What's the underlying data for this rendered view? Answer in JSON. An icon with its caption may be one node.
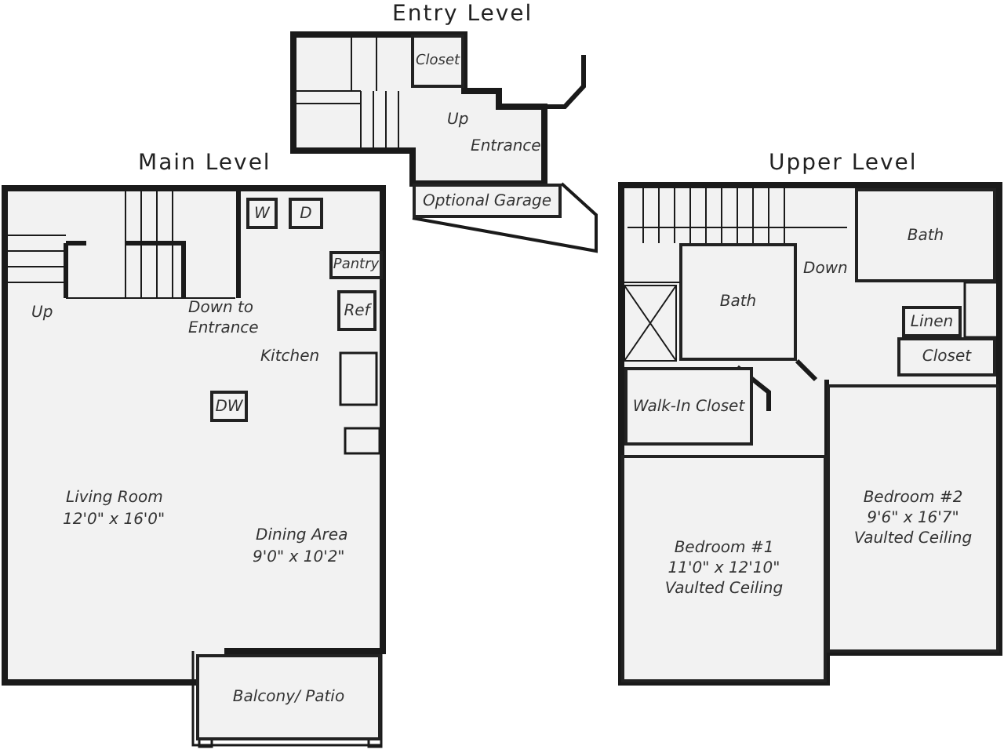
{
  "diagram": {
    "nodes": [
      {
        "text": [
          "Entry Level"
        ]
      },
      {
        "text": [
          "Closet"
        ],
        "in": 0
      },
      {
        "text": [
          "Optional Garage"
        ]
      },
      {
        "text": [
          "Main Level"
        ]
      },
      {
        "text": [
          "W"
        ],
        "in": 3
      },
      {
        "text": [
          "D"
        ],
        "in": 3
      },
      {
        "text": [
          "Pantry"
        ],
        "in": 3
      },
      {
        "text": [
          "Ref"
        ],
        "in": 3
      },
      {
        "text": [
          "DW"
        ],
        "in": 3
      },
      {
        "text": [
          "Balcony/ Patio"
        ]
      },
      {
        "text": [
          "Upper Level"
        ]
      },
      {
        "text": [
          "Bath"
        ],
        "in": 10
      },
      {
        "text": [
          "Bath"
        ],
        "in": 10
      },
      {
        "text": [
          "Linen"
        ],
        "in": 10
      },
      {
        "text": [
          "Closet"
        ],
        "in": 10
      },
      {
        "text": [
          "Walk-In Closet"
        ],
        "in": 10
      },
      {
        "text": [
          "Bedroom #1",
          "11'0\" x 12'10\"",
          "Vaulted Ceiling"
        ],
        "in": 10
      },
      {
        "text": [
          "Bedroom #2",
          "9'6\" x 16'7\"",
          "Vaulted Ceiling"
        ],
        "in": 10
      }
    ],
    "edges": [],
    "labels": [
      "Up",
      "Entrance",
      "Up",
      "Down to Entrance",
      "Kitchen",
      "Living Room",
      "12'0\" x 16'0\"",
      "Dining Area",
      "9'0\" x 10'2\"",
      "Down"
    ]
  }
}
